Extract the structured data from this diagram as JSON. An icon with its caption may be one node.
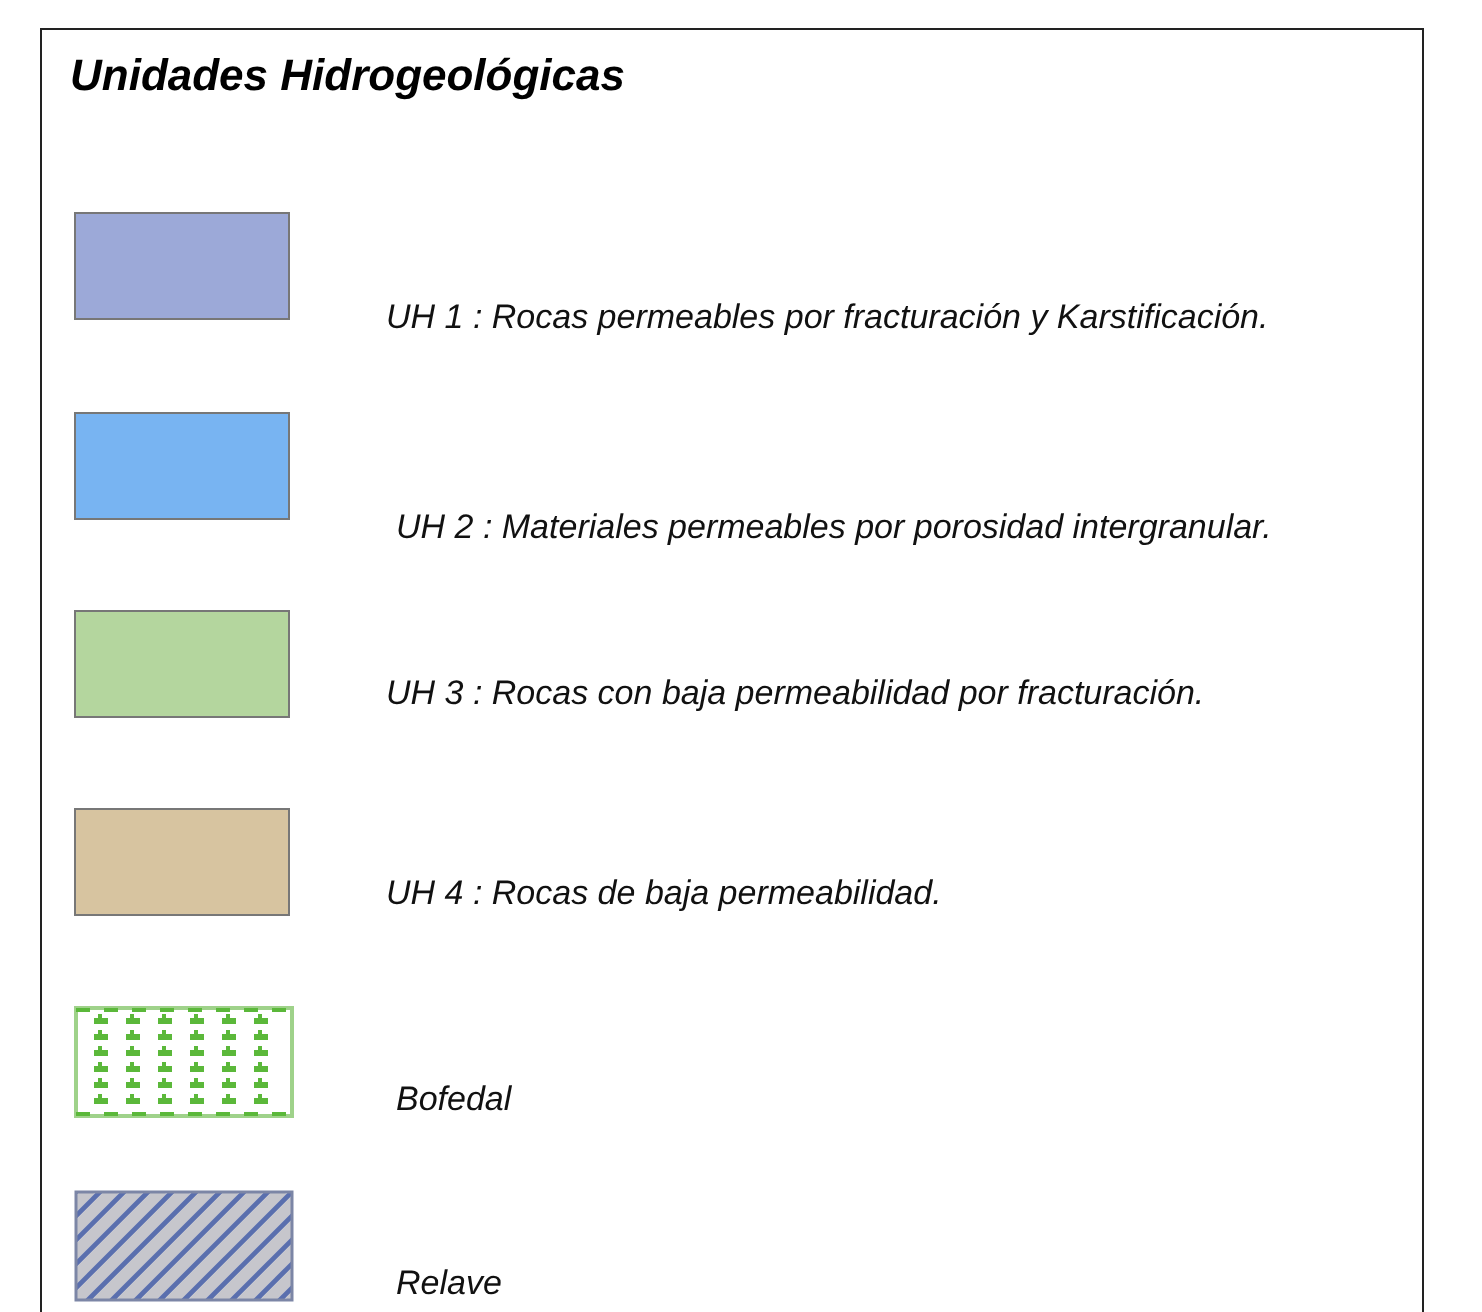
{
  "diagram": {
    "title": "Unidades Hidrogeológicas",
    "legend": [
      {
        "text": "UH 1 : Rocas permeables por fracturación y Karstificación.",
        "color": "#9ca9d8"
      },
      {
        "text": "UH 2 : Materiales permeables por porosidad intergranular.",
        "color": "#78b4f2"
      },
      {
        "text": "UH 3 : Rocas con baja permeabilidad por fracturación.",
        "color": "#b4d69e"
      },
      {
        "text": "UH 4 : Rocas de baja permeabilidad.",
        "color": "#d7c4a0"
      },
      {
        "text": "Bofedal"
      },
      {
        "text": "Relave"
      }
    ]
  }
}
